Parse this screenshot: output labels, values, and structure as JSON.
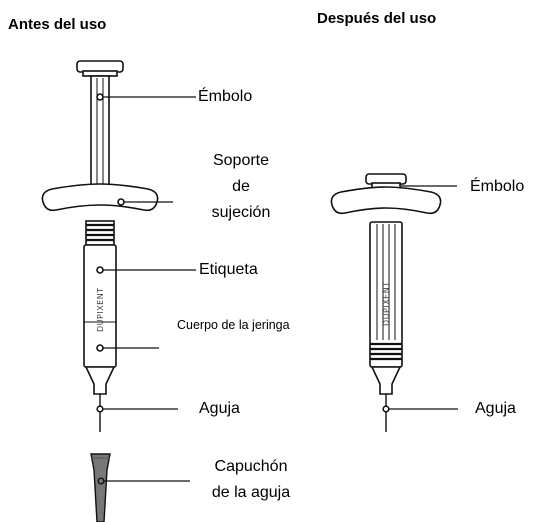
{
  "headings": {
    "before": "Antes del uso",
    "after": "Después del uso"
  },
  "before_labels": {
    "plunger": "Émbolo",
    "finger_grip_line1": "Soporte",
    "finger_grip_line2": "de",
    "finger_grip_line3": "sujeción",
    "label": "Etiqueta",
    "syringe_body": "Cuerpo de la jeringa",
    "needle": "Aguja",
    "needle_cap_line1": "Capuchón",
    "needle_cap_line2": "de la aguja"
  },
  "after_labels": {
    "plunger": "Émbolo",
    "needle": "Aguja"
  },
  "syringe_brand": "DUPIXENT"
}
